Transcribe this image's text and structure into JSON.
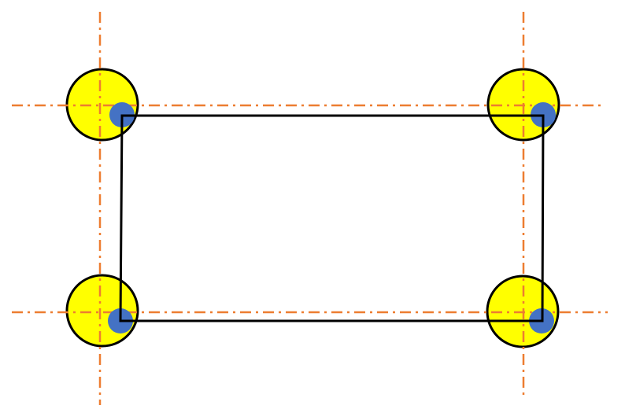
{
  "colors": {
    "pad_fill": "#ffff00",
    "pad_stroke": "#000000",
    "hole_fill": "#4472c4",
    "centerline": "#ed7d31",
    "outline": "#000000"
  },
  "corners": [
    "top-left",
    "top-right",
    "bottom-left",
    "bottom-right"
  ]
}
